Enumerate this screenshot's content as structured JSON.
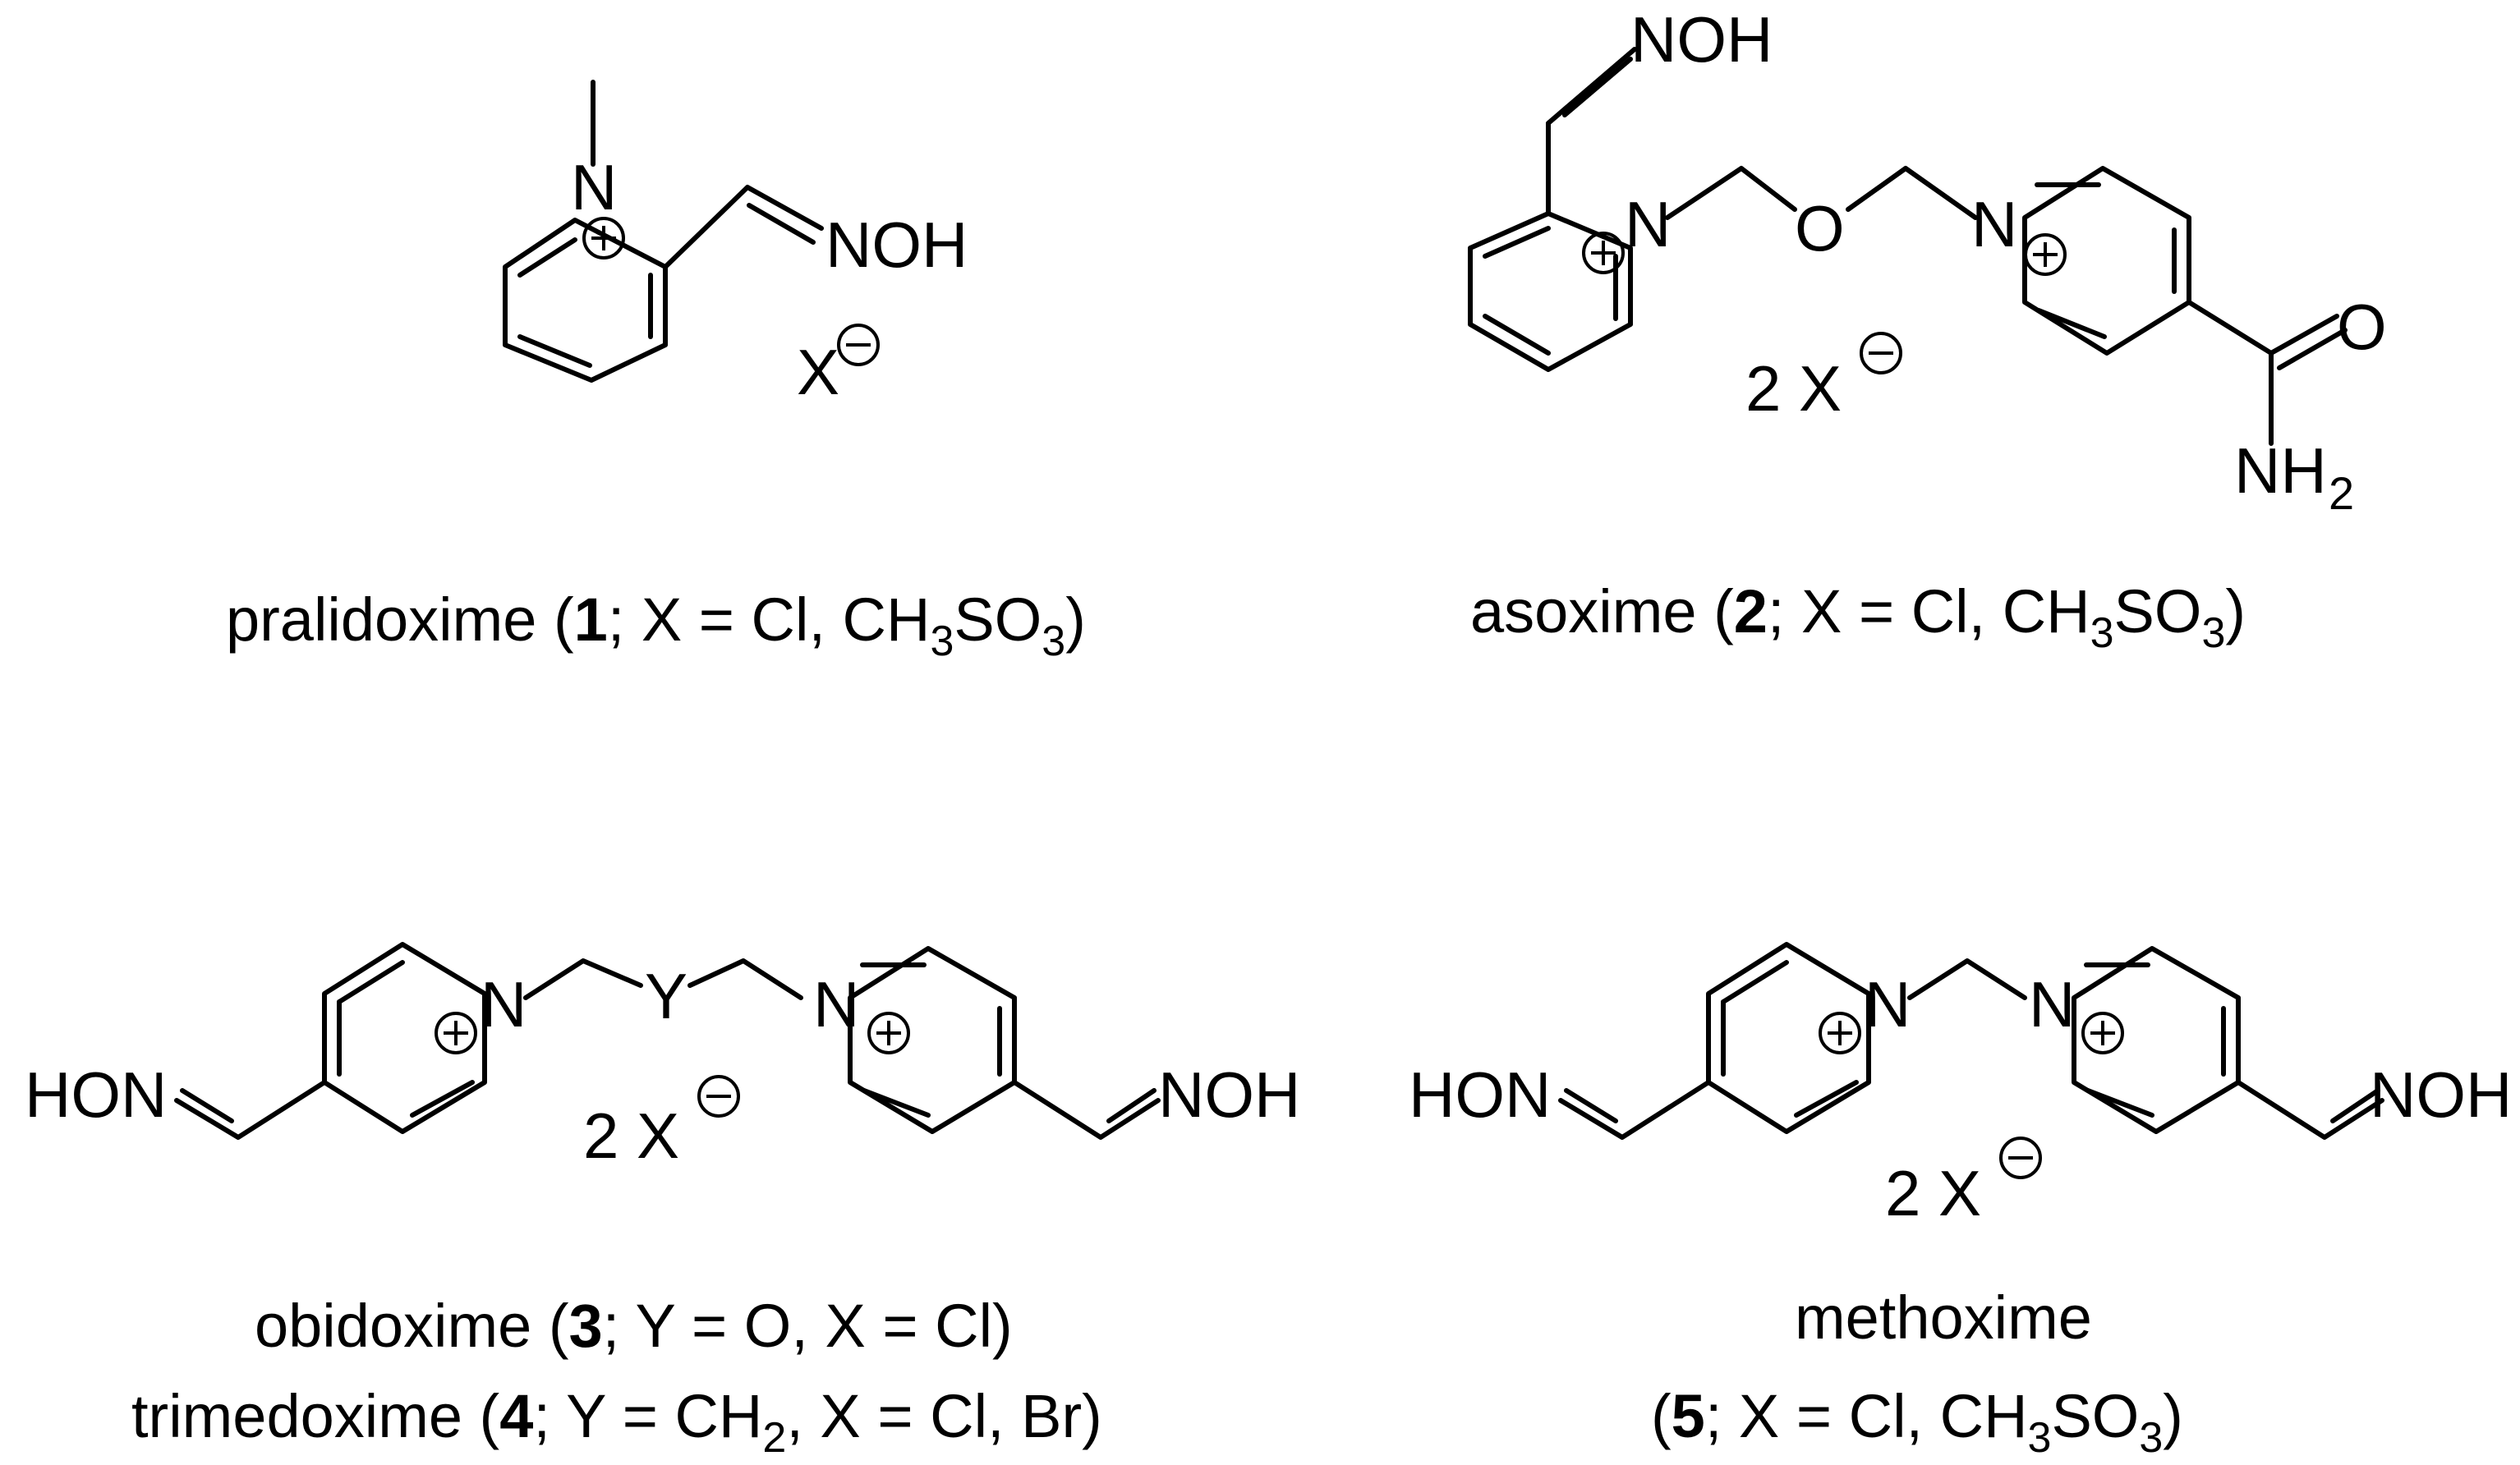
{
  "atoms": {
    "N": "N",
    "NOH": "NOH",
    "HON": "HON",
    "O": "O",
    "Y": "Y",
    "NH": "NH",
    "sub2": "2",
    "X": "X",
    "two_x": "2 X"
  },
  "captions": {
    "c1": {
      "name": "pralidoxime (",
      "num": "1",
      "rest": "; X = Cl, CH",
      "s1": "3",
      "mid": "SO",
      "s2": "3",
      "end": ")"
    },
    "c2": {
      "name": "asoxime (",
      "num": "2",
      "rest": "; X = Cl, CH",
      "s1": "3",
      "mid": "SO",
      "s2": "3",
      "end": ")"
    },
    "c3": {
      "name": "obidoxime (",
      "num": "3",
      "rest": "; Y = O, X = Cl)"
    },
    "c4": {
      "name": "trimedoxime (",
      "num": "4",
      "rest": "; Y = CH",
      "s1": "2",
      "end": ", X = Cl, Br)"
    },
    "c5a": {
      "name": "methoxime"
    },
    "c5b": {
      "name": "(",
      "num": "5",
      "rest": "; X = Cl, CH",
      "s1": "3",
      "mid": "SO",
      "s2": "3",
      "end": ")"
    }
  }
}
